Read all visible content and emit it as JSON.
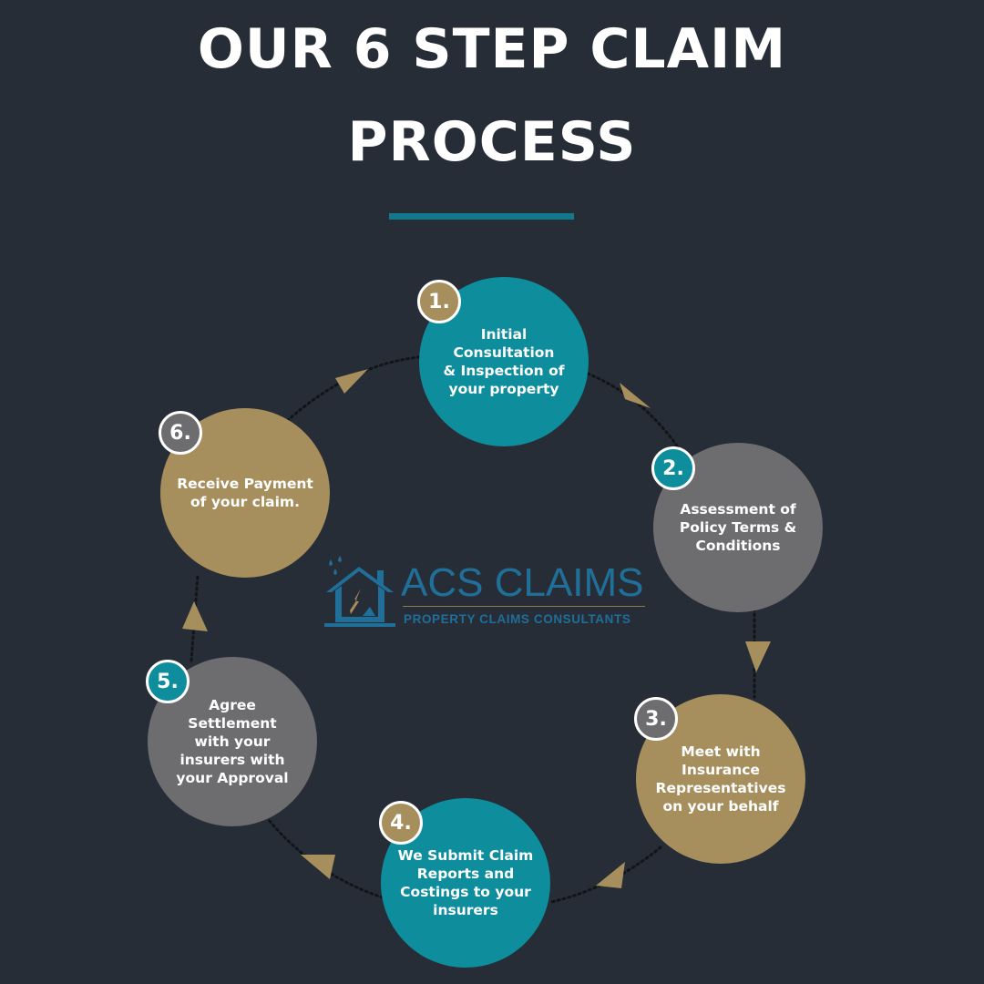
{
  "title": {
    "line1": "OUR 6 STEP CLAIM",
    "line2": "PROCESS"
  },
  "colors": {
    "background": "#272d37",
    "teal": "#0e8d9d",
    "gold": "#a68f5c",
    "gray": "#6d6d6f",
    "accent_line": "#12798c",
    "logo_blue": "#1f6f99"
  },
  "steps": [
    {
      "number": "1.",
      "text": "Initial Consultation\n& Inspection of\nyour property",
      "circle_color": "teal",
      "badge_color": "gold"
    },
    {
      "number": "2.",
      "text": "Assessment of\nPolicy Terms &\nConditions",
      "circle_color": "gray",
      "badge_color": "teal"
    },
    {
      "number": "3.",
      "text": "Meet with\nInsurance\nRepresentatives\non your behalf",
      "circle_color": "gold",
      "badge_color": "gray"
    },
    {
      "number": "4.",
      "text": "We Submit Claim\nReports and\nCostings to your\ninsurers",
      "circle_color": "teal",
      "badge_color": "gold"
    },
    {
      "number": "5.",
      "text": "Agree Settlement\nwith your\ninsurers with\nyour Approval",
      "circle_color": "gray",
      "badge_color": "teal"
    },
    {
      "number": "6.",
      "text": "Receive Payment\nof your claim.",
      "circle_color": "gold",
      "badge_color": "gray"
    }
  ],
  "logo": {
    "name": "ACS CLAIMS",
    "tagline": "PROPERTY CLAIMS CONSULTANTS",
    "icon": "house-lightning-icon"
  }
}
